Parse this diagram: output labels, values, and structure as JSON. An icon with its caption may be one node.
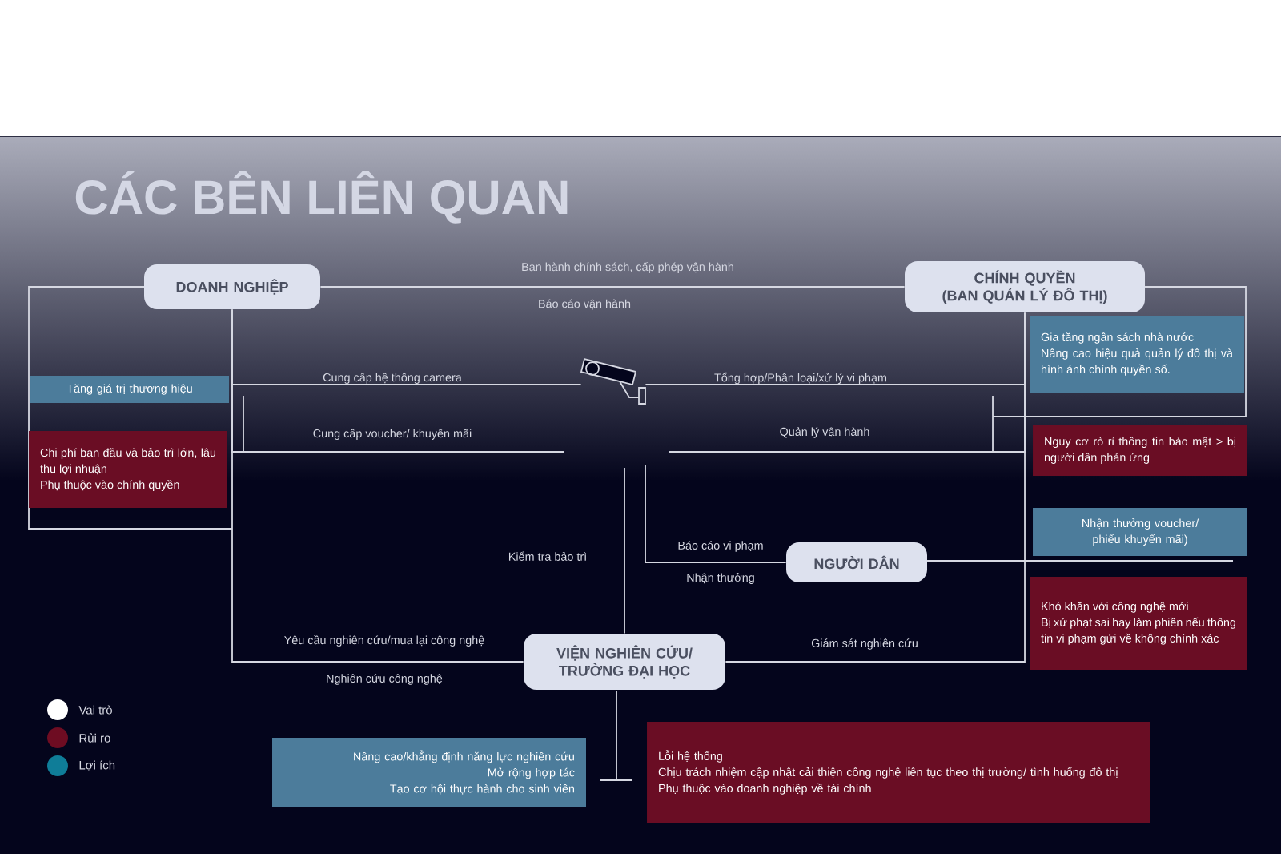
{
  "diagram": {
    "title": "CÁC BÊN LIÊN QUAN",
    "nodes": [
      {
        "text": [
          "DOANH NGHIỆP"
        ]
      },
      {
        "text": [
          "CHÍNH QUYỀN (BAN QUẢN LÝ ĐÔ THỊ)"
        ]
      },
      {
        "text": [],
        "shape": "picture"
      },
      {
        "text": [
          "NGƯỜI DÂN"
        ]
      },
      {
        "text": [
          "VIỆN NGHIÊN CỨU/ TRƯỜNG ĐẠI HỌC"
        ]
      },
      {
        "text": [
          "Tăng giá trị thương hiệu"
        ]
      },
      {
        "text": [
          "Chi phí ban đầu và bảo trì lớn, lâu thu lợi nhuận",
          "Phụ thuộc vào chính quyền"
        ]
      },
      {
        "text": [
          "Gia tăng ngân sách nhà nước",
          "Nâng cao hiệu quả quản lý đô thị và hình ảnh chính quyền số."
        ]
      },
      {
        "text": [
          "Nguy cơ rò rỉ thông tin bảo mật > bị người dân phản ứng"
        ]
      },
      {
        "text": [
          "Nhận thưởng voucher/ phiếu khuyến mãi)"
        ]
      },
      {
        "text": [
          "Khó khăn với công nghệ mới",
          "Bị xử phạt sai hay làm phiền nếu thông tin vi phạm gửi về không chính xác"
        ]
      },
      {
        "text": [
          "Nâng cao/khẳng định năng lực nghiên cứu",
          "Mở rộng hợp tác",
          "Tạo cơ hội thực hành cho sinh viên"
        ]
      },
      {
        "text": [
          "Lỗi hệ thống",
          "Chịu trách nhiệm cập nhật cải thiện công nghệ liên tục theo thị trường/ tình huống đô thị",
          "Phụ thuộc vào doanh nghiệp về tài chính"
        ]
      }
    ],
    "edges": [
      {
        "from": 0,
        "to": 1,
        "arrow": "none",
        "label": "Ban hành chính sách, cấp phép vận hành"
      },
      {
        "from": 0,
        "to": 2,
        "arrow": "none",
        "label": "Cung cấp hệ thống camera"
      },
      {
        "from": 0,
        "to": null,
        "arrow": "none",
        "label": "Cung cấp voucher/ khuyến mãi"
      },
      {
        "from": 0,
        "to": 4,
        "arrow": "none",
        "label": "Yêu cầu nghiên cứu/mua lại công nghệ"
      },
      {
        "from": 1,
        "to": 2,
        "arrow": "none",
        "label": "Tổng hợp/Phân loại/xử lý vi phạm"
      },
      {
        "from": 1,
        "to": null,
        "arrow": "none",
        "label": "Quản lý vận hành"
      },
      {
        "from": 1,
        "to": 4,
        "arrow": "none",
        "label": "Giám sát nghiên cứu"
      },
      {
        "from": 3,
        "to": null,
        "arrow": "none",
        "label": "Báo cáo vi phạm"
      },
      {
        "from": 4,
        "to": null,
        "arrow": "none",
        "label": "Kiểm tra bảo trì"
      }
    ],
    "labels": [
      "Báo cáo vận hành",
      "Nhận thưởng",
      "Nghiên cứu công nghệ"
    ],
    "legend": [
      {
        "text": "Vai trò",
        "color": "#ffffff"
      },
      {
        "text": "Rủi ro",
        "color": "#6e0c22"
      },
      {
        "text": "Lợi ích",
        "color": "#0f7d98"
      }
    ]
  }
}
